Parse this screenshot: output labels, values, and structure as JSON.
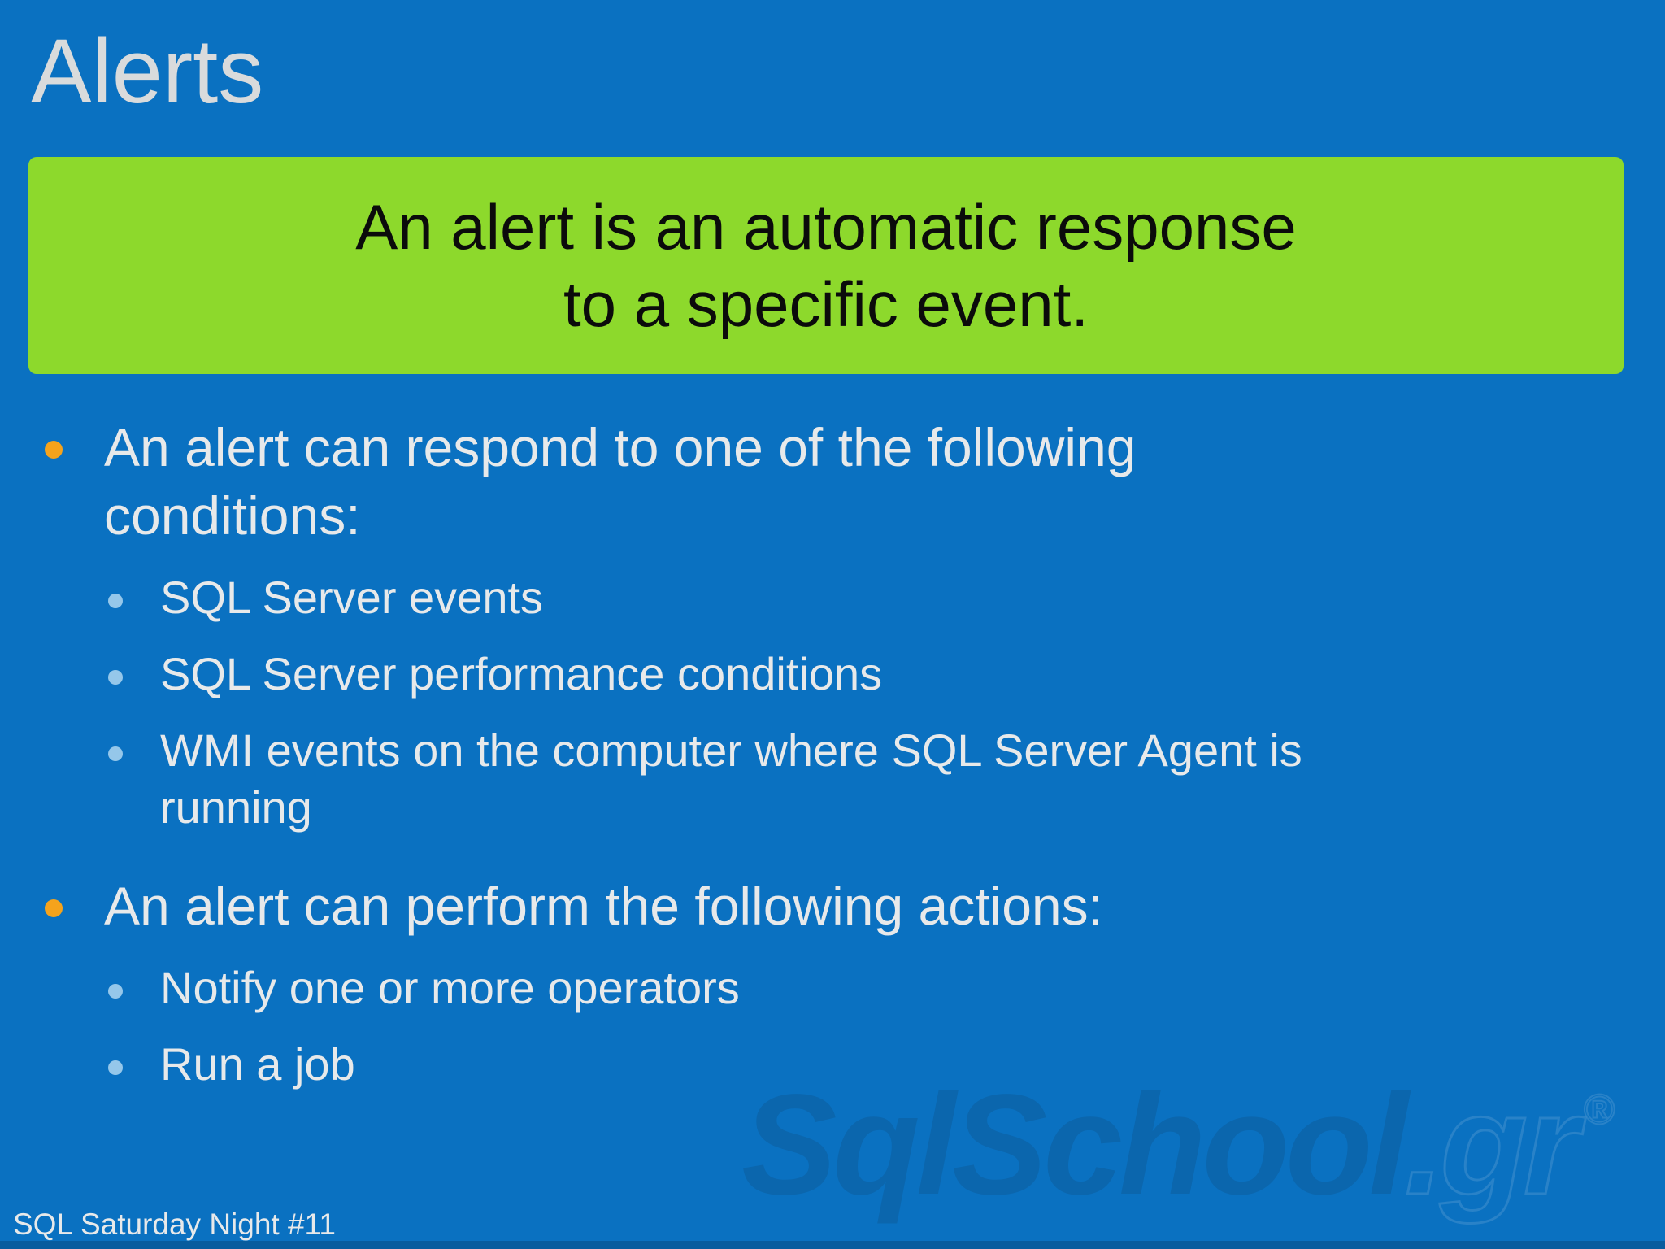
{
  "slide": {
    "title": "Alerts",
    "callout": {
      "lines": [
        "An alert is an automatic response",
        "to a specific event."
      ]
    },
    "bullets": [
      {
        "level": 1,
        "text": "An alert can respond to one of the following conditions:",
        "lines": [
          "An alert can respond to one of the following",
          "conditions:"
        ],
        "children": [
          {
            "text": "SQL Server events",
            "lines": [
              "SQL Server events"
            ]
          },
          {
            "text": "SQL Server performance conditions",
            "lines": [
              "SQL Server performance conditions"
            ]
          },
          {
            "text": "WMI events on the computer where SQL Server Agent is running",
            "lines": [
              "WMI events on the computer where SQL Server Agent is",
              "running"
            ]
          }
        ]
      },
      {
        "level": 1,
        "text": "An alert can perform the following actions:",
        "lines": [
          "An alert can perform the following actions:"
        ],
        "children": [
          {
            "text": "Notify one or more operators",
            "lines": [
              "Notify one or more operators"
            ]
          },
          {
            "text": "Run a job",
            "lines": [
              "Run a job"
            ]
          }
        ]
      }
    ],
    "footer": "SQL Saturday Night #11",
    "watermark": {
      "main": "SqlSchool",
      "suffix": ".gr",
      "reg": "®"
    }
  },
  "colors": {
    "bg": "#0A71C1",
    "green": "#8DD92C",
    "titleText": "#D9DBDC",
    "bodyText": "#E7E9EA",
    "calloutText": "#0B0B0B",
    "orange": "#F5A31C",
    "subdot": "#95C7EA",
    "wmFill": "#0B66AD",
    "wmStroke": "#3A8CCC"
  }
}
